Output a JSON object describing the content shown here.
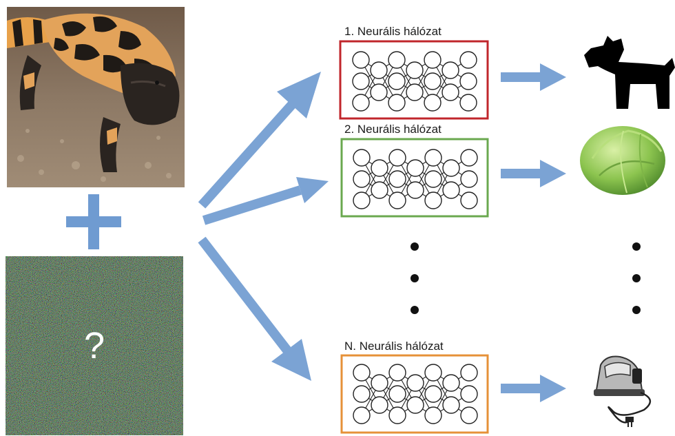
{
  "networks": [
    {
      "label": "1. Neurális hálózat",
      "border_color": "#c0262b",
      "output_icon": "dog-silhouette-icon"
    },
    {
      "label": "2. Neurális hálózat",
      "border_color": "#6aa84f",
      "output_icon": "cabbage-icon"
    },
    {
      "label": "N. Neurális hálózat",
      "border_color": "#e69138",
      "output_icon": "clothes-iron-icon"
    }
  ],
  "input_image": {
    "icon": "gila-monster-lizard-photo"
  },
  "noise_image": {
    "question": "?"
  },
  "colors": {
    "arrow": "#7ba3d4",
    "plus": "#6f9bd1",
    "node_stroke": "#222222"
  }
}
